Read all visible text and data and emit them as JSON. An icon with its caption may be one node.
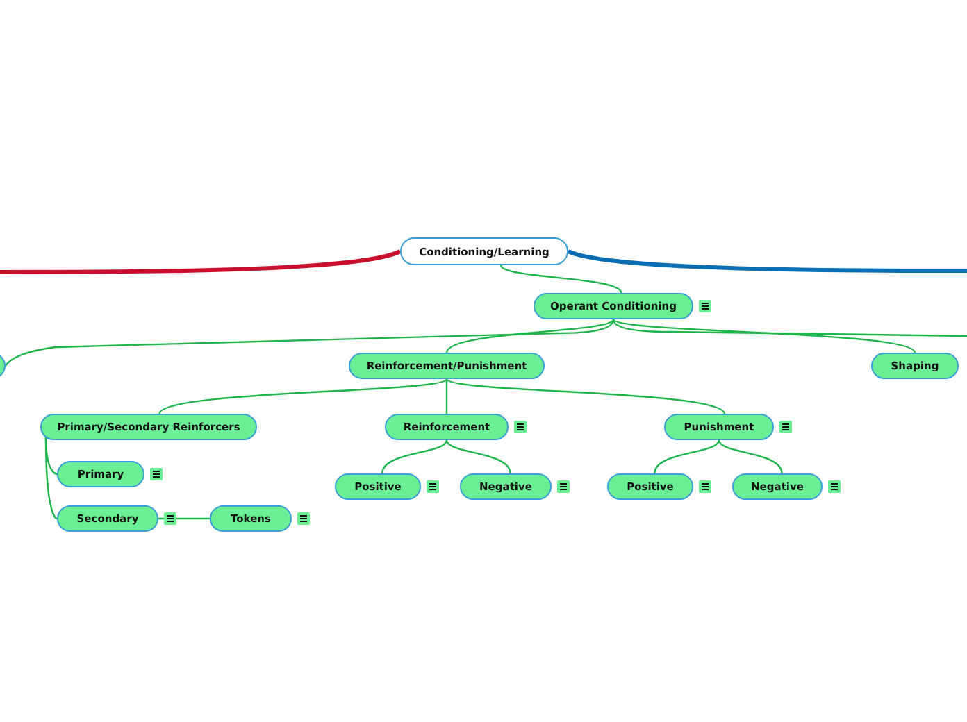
{
  "diagram": {
    "nodes": [
      {
        "text": [
          "Conditioning/Learning"
        ]
      },
      {
        "text": [
          "Operant Conditioning"
        ]
      },
      {
        "text": [],
        "shape": "box"
      },
      {
        "text": [
          "Reinforcement/Punishment"
        ]
      },
      {
        "text": [
          "Shaping"
        ]
      },
      {
        "text": [
          "Primary/Secondary Reinforcers"
        ]
      },
      {
        "text": [
          "Reinforcement"
        ]
      },
      {
        "text": [
          "Punishment"
        ]
      },
      {
        "text": [
          "Primary"
        ]
      },
      {
        "text": [
          "Secondary"
        ]
      },
      {
        "text": [
          "Tokens"
        ]
      },
      {
        "text": [
          "Positive"
        ]
      },
      {
        "text": [
          "Negative"
        ]
      },
      {
        "text": [
          "Positive"
        ]
      },
      {
        "text": [
          "Negative"
        ]
      }
    ],
    "edges": [
      {
        "from": 0,
        "to": null,
        "arrow": "none",
        "style": "thick",
        "color": "#c8102e"
      },
      {
        "from": 0,
        "to": null,
        "arrow": "none",
        "style": "thick",
        "color": "#0a6eb4"
      },
      {
        "from": 0,
        "to": 1,
        "arrow": "none"
      },
      {
        "from": 1,
        "to": 2,
        "arrow": "none"
      },
      {
        "from": 1,
        "to": 3,
        "arrow": "none"
      },
      {
        "from": 1,
        "to": 4,
        "arrow": "none"
      },
      {
        "from": 1,
        "to": null,
        "arrow": "none"
      },
      {
        "from": 3,
        "to": 5,
        "arrow": "none"
      },
      {
        "from": 3,
        "to": 6,
        "arrow": "none"
      },
      {
        "from": 3,
        "to": 7,
        "arrow": "none"
      },
      {
        "from": 5,
        "to": 8,
        "arrow": "none"
      },
      {
        "from": 5,
        "to": 9,
        "arrow": "none"
      },
      {
        "from": 9,
        "to": 10,
        "arrow": "none"
      },
      {
        "from": 6,
        "to": 11,
        "arrow": "none"
      },
      {
        "from": 6,
        "to": 12,
        "arrow": "none"
      },
      {
        "from": 7,
        "to": 13,
        "arrow": "none"
      },
      {
        "from": 7,
        "to": 14,
        "arrow": "none"
      }
    ]
  }
}
